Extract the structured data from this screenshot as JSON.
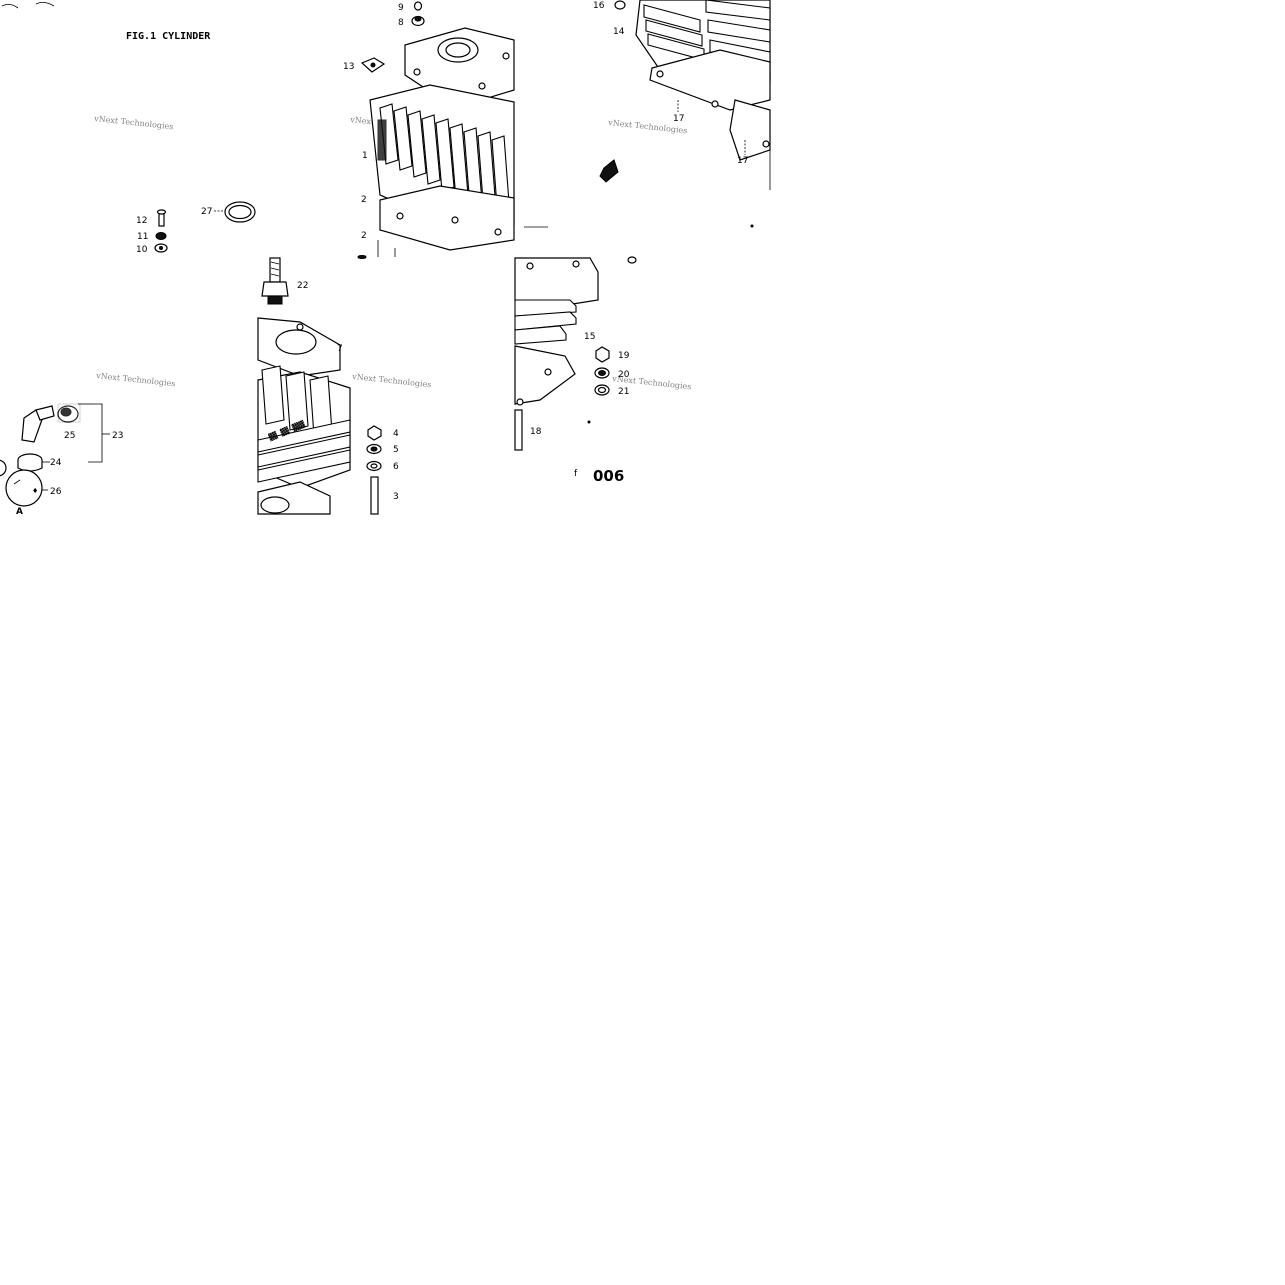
{
  "figure": {
    "title": "FIG.1  CYLINDER",
    "page_number": "006",
    "watermark": "vNext Technologies",
    "colors": {
      "ink": "#000000",
      "paper": "#ffffff",
      "watermark": "#6d6d6d"
    }
  },
  "callouts": {
    "c1": "1",
    "c2a": "2",
    "c2b": "2",
    "c3": "3",
    "c4": "4",
    "c5": "5",
    "c6": "6",
    "c7": "7",
    "c8": "8",
    "c9": "9",
    "c10": "10",
    "c11": "11",
    "c12": "12",
    "c13": "13",
    "c14": "14",
    "c15": "15",
    "c16": "16",
    "c17a": "17",
    "c17b": "17",
    "c18": "18",
    "c19": "19",
    "c20": "20",
    "c21": "21",
    "c22": "22",
    "c23": "23",
    "c24": "24",
    "c25": "25",
    "c26": "26",
    "c27": "27"
  },
  "annotations": {
    "small_f": "f",
    "letter_a": "A"
  }
}
